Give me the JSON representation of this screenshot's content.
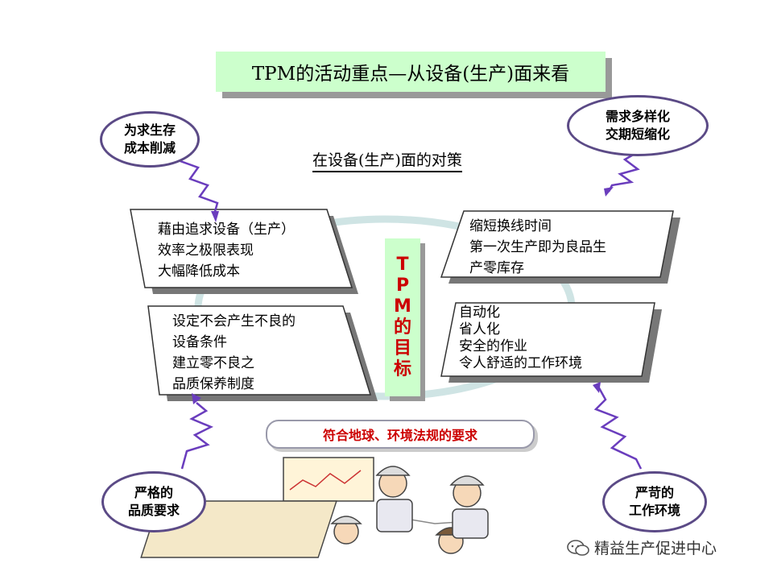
{
  "title": "TPM的活动重点—从设备(生产)面来看",
  "subtitle": "在设备(生产)面的对策",
  "ovals": {
    "top_left": [
      "为求生存",
      "成本削减"
    ],
    "top_right": [
      "需求多样化",
      "交期短缩化"
    ],
    "bottom_left": [
      "严格的",
      "品质要求"
    ],
    "bottom_right": [
      "严苛的",
      "工作环境"
    ]
  },
  "boxes": {
    "upper_left": [
      "藉由追求设备（生产）",
      "效率之极限表现",
      "大幅降低成本"
    ],
    "lower_left": [
      "设定不会产生不良的",
      "设备条件",
      "建立零不良之",
      "品质保养制度"
    ],
    "upper_right": [
      "缩短换线时间",
      "第一次生产即为良品生",
      "产零库存"
    ],
    "lower_right": [
      "自动化",
      "省人化",
      "安全的作业",
      "令人舒适的工作环境"
    ]
  },
  "center_goal": [
    "T",
    "P",
    "M",
    "的",
    "目",
    "标"
  ],
  "environment_bar": "符合地球、环境法规的要求",
  "watermark": "精益生产促进中心",
  "colors": {
    "title_bg": "#ccffcc",
    "goal_text": "#cc0000",
    "oval_border": "#5b4a86",
    "lightning": "#6a3dbd",
    "ring": "#cfe4e4"
  }
}
